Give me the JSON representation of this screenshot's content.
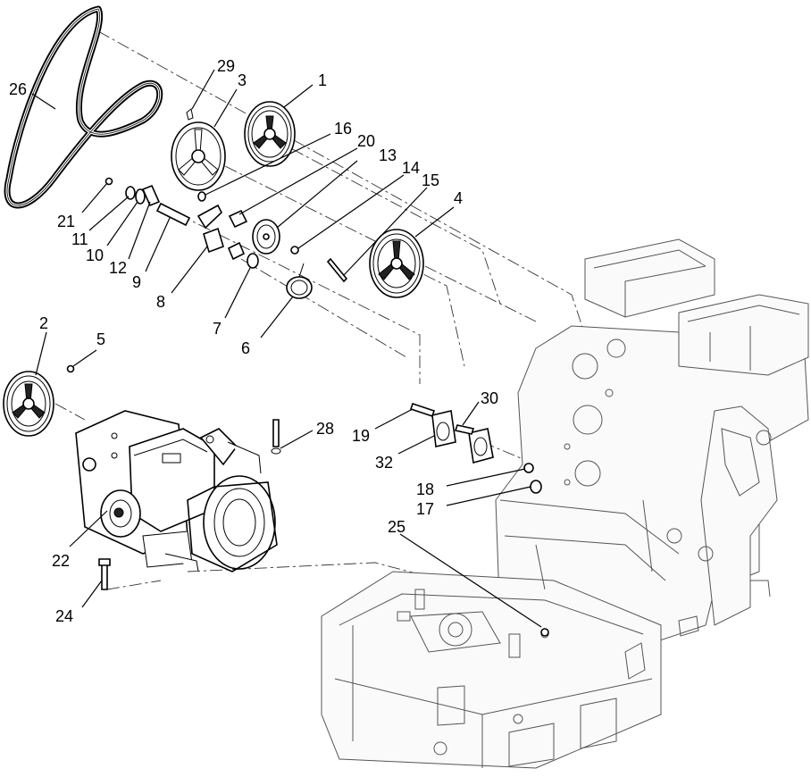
{
  "callouts": [
    {
      "id": "1",
      "label": "1"
    },
    {
      "id": "2",
      "label": "2"
    },
    {
      "id": "3",
      "label": "3"
    },
    {
      "id": "4",
      "label": "4"
    },
    {
      "id": "5",
      "label": "5"
    },
    {
      "id": "6",
      "label": "6"
    },
    {
      "id": "7",
      "label": "7"
    },
    {
      "id": "8",
      "label": "8"
    },
    {
      "id": "9",
      "label": "9"
    },
    {
      "id": "10",
      "label": "10"
    },
    {
      "id": "11",
      "label": "11"
    },
    {
      "id": "12",
      "label": "12"
    },
    {
      "id": "13",
      "label": "13"
    },
    {
      "id": "14",
      "label": "14"
    },
    {
      "id": "15",
      "label": "15"
    },
    {
      "id": "16",
      "label": "16"
    },
    {
      "id": "17",
      "label": "17"
    },
    {
      "id": "18",
      "label": "18"
    },
    {
      "id": "19",
      "label": "19"
    },
    {
      "id": "20",
      "label": "20"
    },
    {
      "id": "21",
      "label": "21"
    },
    {
      "id": "22",
      "label": "22"
    },
    {
      "id": "24",
      "label": "24"
    },
    {
      "id": "25",
      "label": "25"
    },
    {
      "id": "26",
      "label": "26"
    },
    {
      "id": "28",
      "label": "28"
    },
    {
      "id": "29",
      "label": "29"
    },
    {
      "id": "30",
      "label": "30"
    },
    {
      "id": "32",
      "label": "32"
    }
  ]
}
